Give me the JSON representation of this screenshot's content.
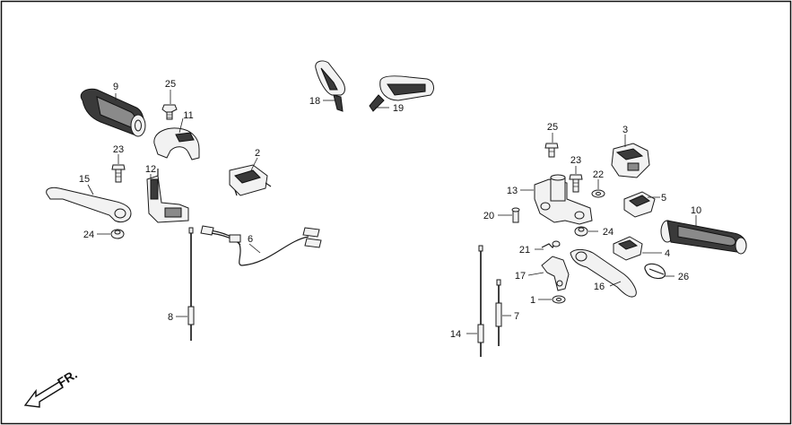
{
  "diagram": {
    "direction_label": "FR.",
    "callouts": [
      {
        "id": "c9",
        "text": "9"
      },
      {
        "id": "c25a",
        "text": "25"
      },
      {
        "id": "c11",
        "text": "11"
      },
      {
        "id": "c23a",
        "text": "23"
      },
      {
        "id": "c12",
        "text": "12"
      },
      {
        "id": "c2",
        "text": "2"
      },
      {
        "id": "c15",
        "text": "15"
      },
      {
        "id": "c24a",
        "text": "24"
      },
      {
        "id": "c6",
        "text": "6"
      },
      {
        "id": "c8",
        "text": "8"
      },
      {
        "id": "c18",
        "text": "18"
      },
      {
        "id": "c19",
        "text": "19"
      },
      {
        "id": "c25b",
        "text": "25"
      },
      {
        "id": "c3",
        "text": "3"
      },
      {
        "id": "c23b",
        "text": "23"
      },
      {
        "id": "c22",
        "text": "22"
      },
      {
        "id": "c13",
        "text": "13"
      },
      {
        "id": "c5",
        "text": "5"
      },
      {
        "id": "c10",
        "text": "10"
      },
      {
        "id": "c20",
        "text": "20"
      },
      {
        "id": "c24b",
        "text": "24"
      },
      {
        "id": "c21",
        "text": "21"
      },
      {
        "id": "c4",
        "text": "4"
      },
      {
        "id": "c17",
        "text": "17"
      },
      {
        "id": "c26",
        "text": "26"
      },
      {
        "id": "c16",
        "text": "16"
      },
      {
        "id": "c1",
        "text": "1"
      },
      {
        "id": "c7",
        "text": "7"
      },
      {
        "id": "c14",
        "text": "14"
      }
    ]
  }
}
